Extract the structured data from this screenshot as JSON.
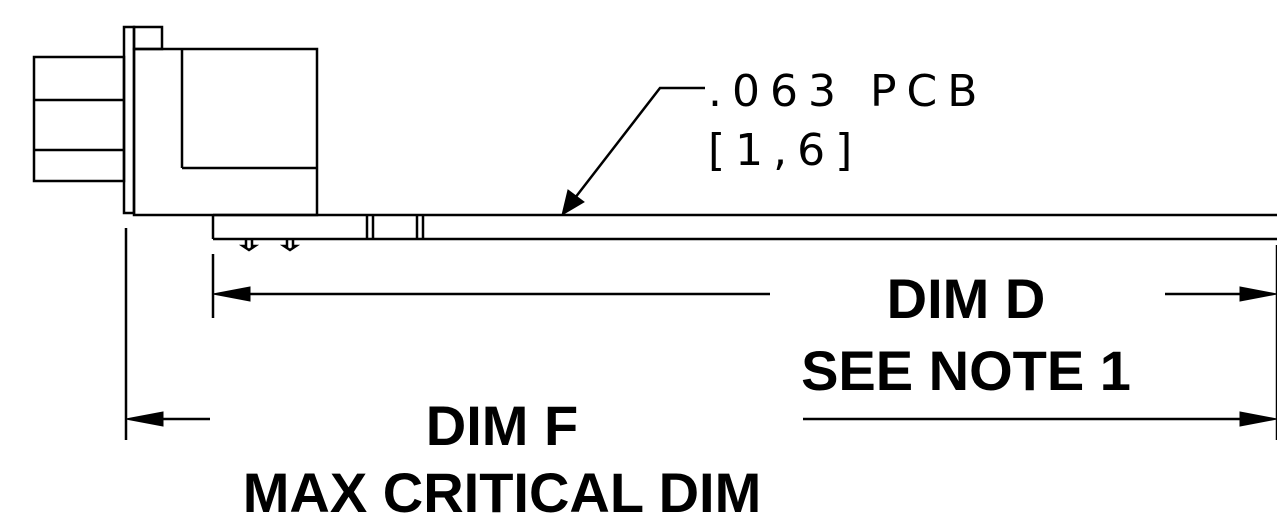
{
  "callout": {
    "line1": ".063 PCB",
    "line2": "[1,6]"
  },
  "dim_d": {
    "label": "DIM D",
    "note": "SEE NOTE 1"
  },
  "dim_f": {
    "label": "DIM F",
    "note": "MAX CRITICAL DIM"
  }
}
